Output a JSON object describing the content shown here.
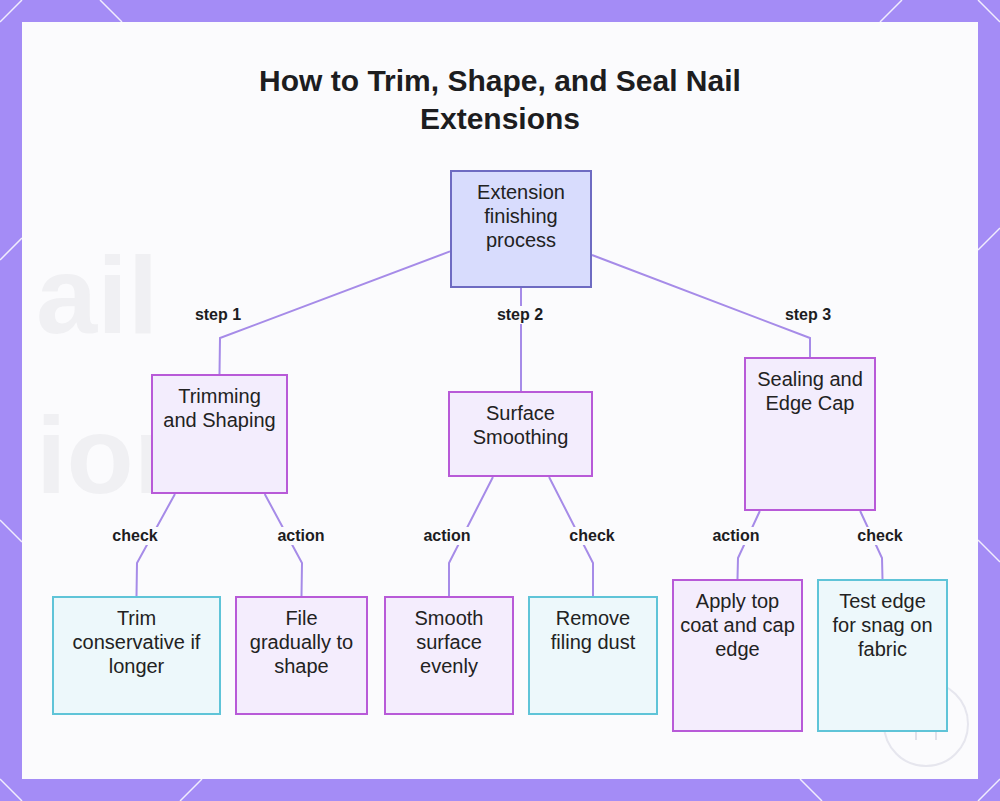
{
  "diagram": {
    "title": "How to Trim, Shape, and Seal Nail Extensions",
    "nodes": [
      {
        "text": [
          "Extension finishing process"
        ]
      },
      {
        "text": [
          "Trimming and Shaping"
        ]
      },
      {
        "text": [
          "Surface Smoothing"
        ]
      },
      {
        "text": [
          "Sealing and Edge Cap"
        ]
      },
      {
        "text": [
          "Trim conservative if longer"
        ]
      },
      {
        "text": [
          "File gradually to shape"
        ]
      },
      {
        "text": [
          "Smooth surface evenly"
        ]
      },
      {
        "text": [
          "Remove filing dust"
        ]
      },
      {
        "text": [
          "Apply top coat and cap edge"
        ]
      },
      {
        "text": [
          "Test edge for snag on fabric"
        ]
      }
    ],
    "edges": [
      {
        "from": 0,
        "to": 1,
        "label": "step 1",
        "arrow": "none"
      },
      {
        "from": 0,
        "to": 2,
        "label": "step 2",
        "arrow": "none"
      },
      {
        "from": 0,
        "to": 3,
        "label": "step 3",
        "arrow": "none"
      },
      {
        "from": 1,
        "to": 4,
        "label": "check",
        "arrow": "none"
      },
      {
        "from": 1,
        "to": 5,
        "label": "action",
        "arrow": "none"
      },
      {
        "from": 2,
        "to": 6,
        "label": "action",
        "arrow": "none"
      },
      {
        "from": 2,
        "to": 7,
        "label": "check",
        "arrow": "none"
      },
      {
        "from": 3,
        "to": 8,
        "label": "action",
        "arrow": "none"
      },
      {
        "from": 3,
        "to": 9,
        "label": "check",
        "arrow": "none"
      }
    ],
    "labels": [
      "ail",
      "ion"
    ]
  }
}
